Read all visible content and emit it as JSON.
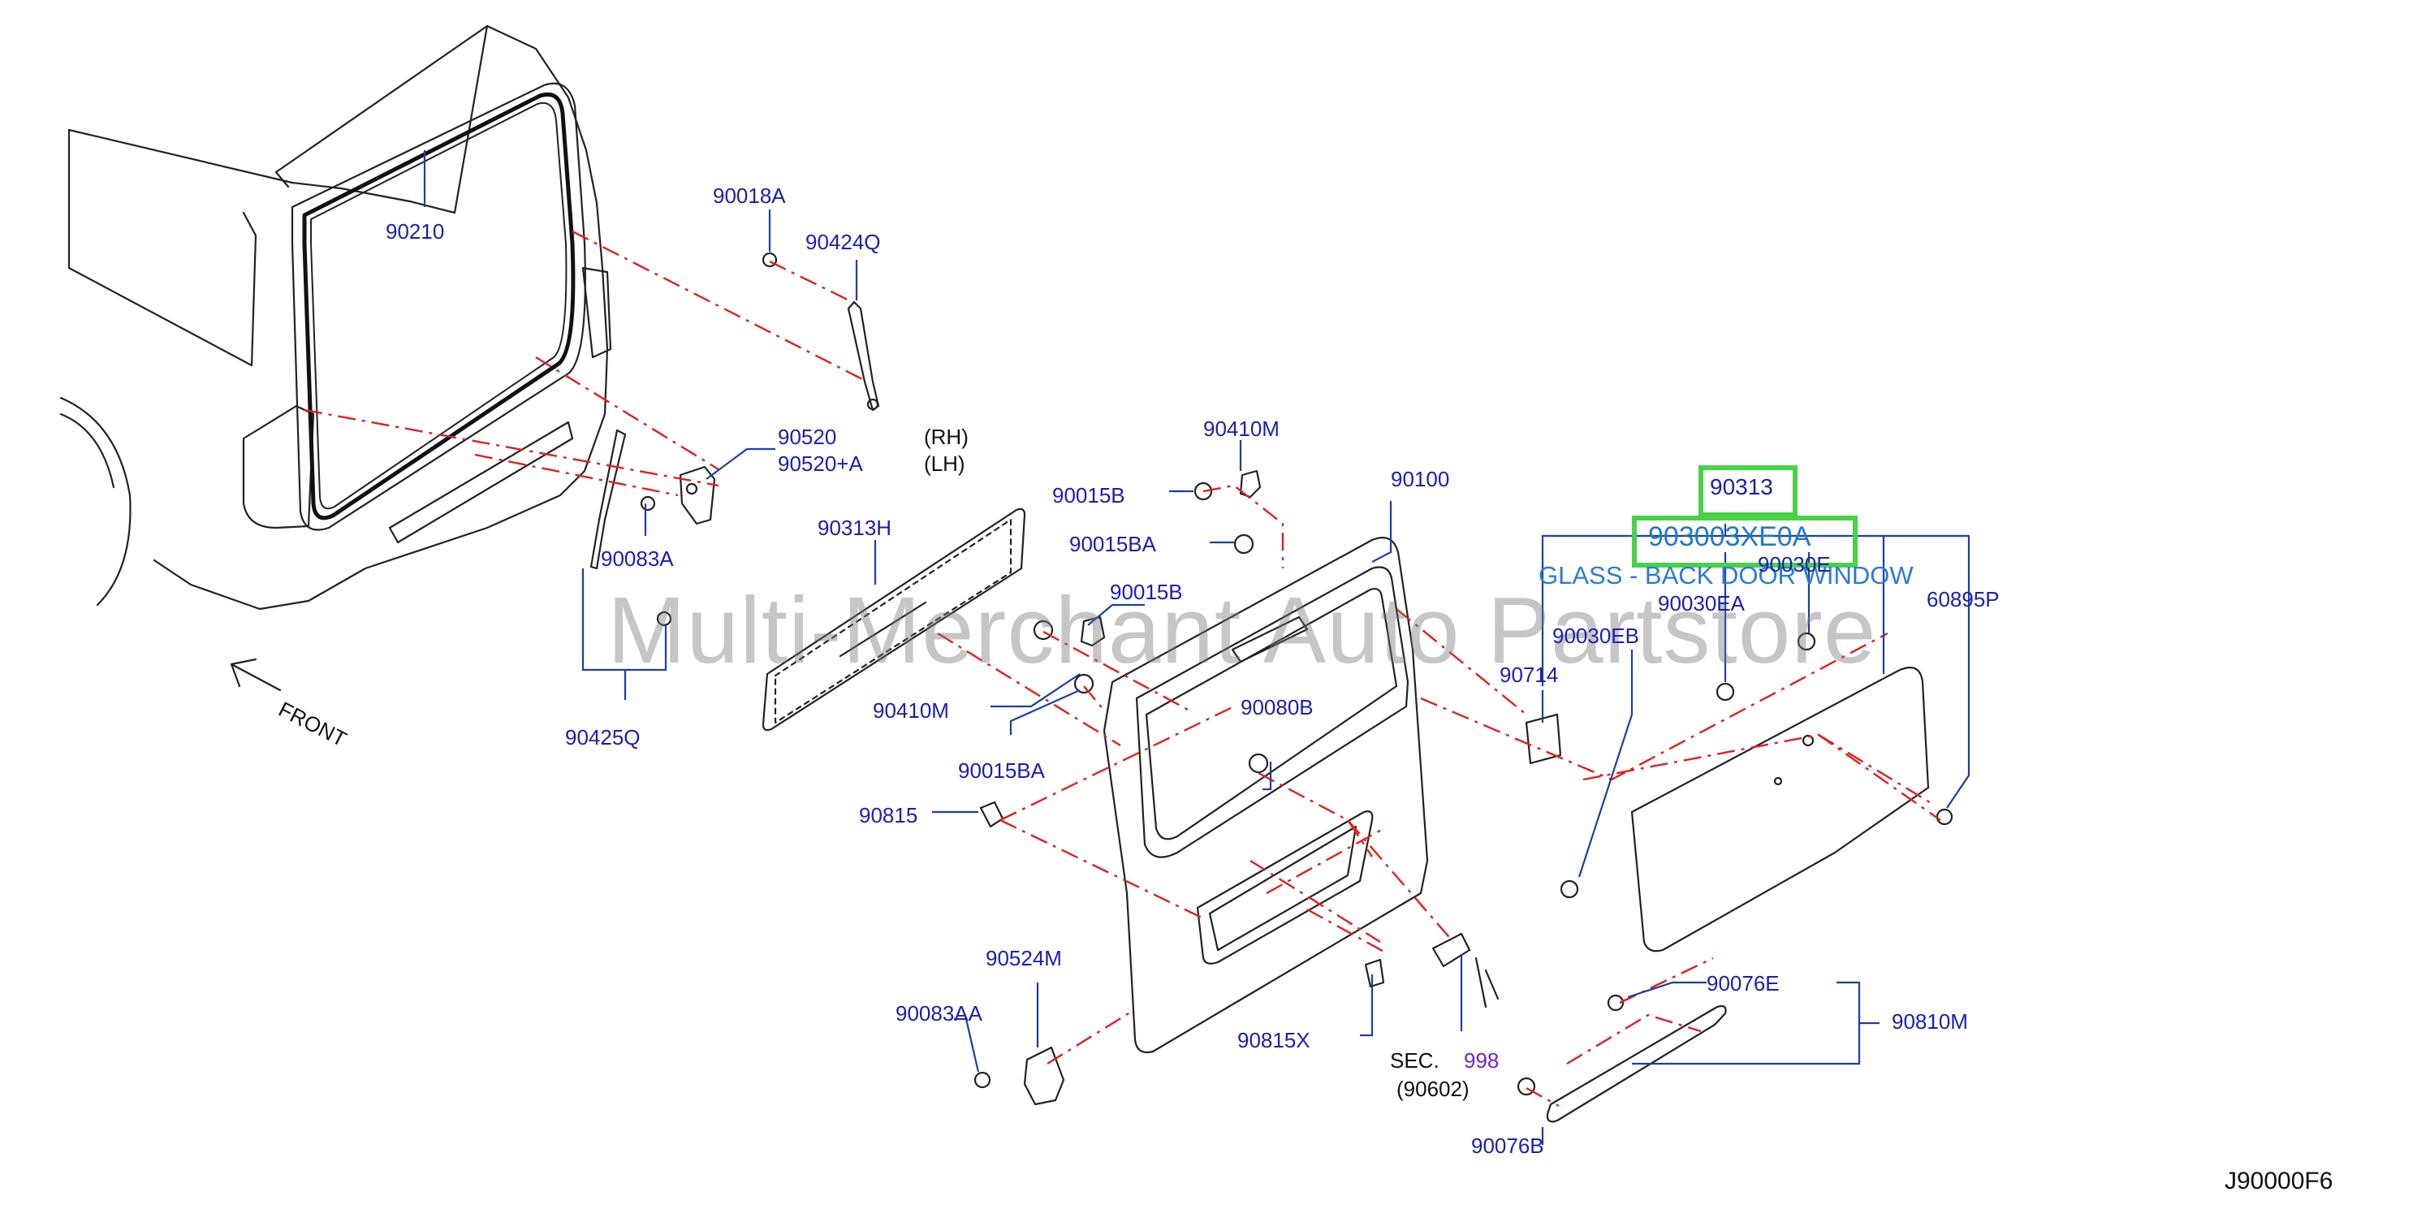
{
  "diagram": {
    "sheet_code": "J90000F6",
    "watermark": "Multi-Merchant Auto Partstore",
    "front_label": "FRONT",
    "highlight": {
      "part_number": "90313",
      "callout_text": "903003XE0A",
      "description": "GLASS - BACK DOOR WINDOW"
    },
    "labels": {
      "p90210": "90210",
      "p90018A": "90018A",
      "p90424Q": "90424Q",
      "p90520": "90520",
      "p90520A": "90520+A",
      "rh": "(RH)",
      "lh": "(LH)",
      "p90083A": "90083A",
      "p90425Q": "90425Q",
      "p90313H": "90313H",
      "p90410M_top": "90410M",
      "p90015B_top": "90015B",
      "p90015BA_top": "90015BA",
      "p90015B_mid": "90015B",
      "p90410M_mid": "90410M",
      "p90015BA_mid": "90015BA",
      "p90100": "90100",
      "p90080B": "90080B",
      "p90815": "90815",
      "p90524M": "90524M",
      "p90083AA": "90083AA",
      "p90815X": "90815X",
      "sec": "SEC.",
      "sec_num": "998",
      "sec_ref": "(90602)",
      "p90714": "90714",
      "p90030EB": "90030EB",
      "p90030EA": "90030EA",
      "p90030E": "90030E",
      "p60895P": "60895P",
      "p90076E": "90076E",
      "p90810M": "90810M",
      "p90076B": "90076B"
    }
  }
}
